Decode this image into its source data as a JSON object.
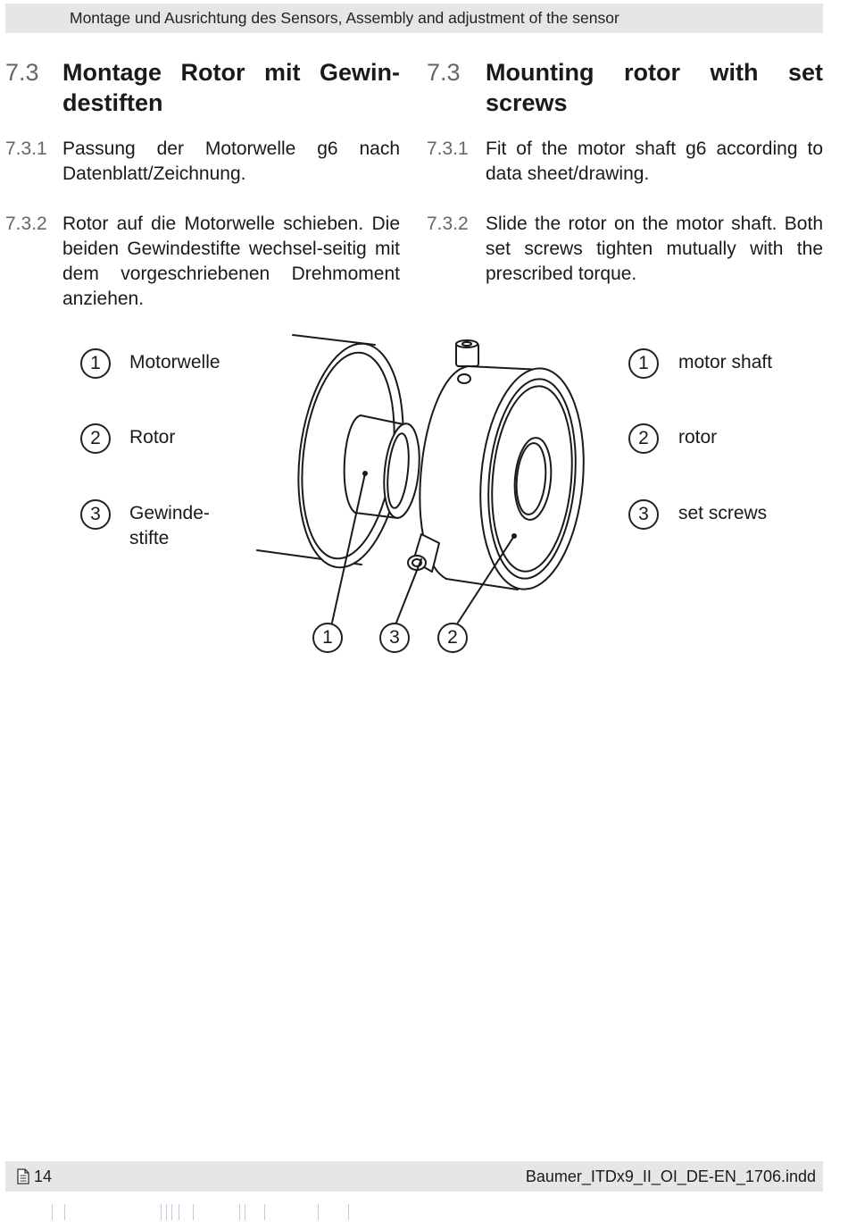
{
  "header": {
    "text": "Montage und Ausrichtung des Sensors, Assembly and adjustment of the sensor"
  },
  "de": {
    "section_num": "7.3",
    "title_line1": "Montage Rotor mit Gewin-",
    "title_line2": "destiften",
    "s1_num": "7.3.1",
    "s1_text": "Passung der Motorwelle g6 nach Datenblatt/Zeichnung.",
    "s2_num": "7.3.2",
    "s2_text": "Rotor auf die Motorwelle schieben. Die beiden Gewindestifte wechsel-seitig mit dem vorgeschriebenen Drehmoment anziehen."
  },
  "en": {
    "section_num": "7.3",
    "title_line1": "Mounting rotor with set",
    "title_line2": "screws",
    "s1_num": "7.3.1",
    "s1_text": "Fit of the motor shaft g6 according to data sheet/drawing.",
    "s2_num": "7.3.2",
    "s2_text": "Slide the rotor on the motor shaft. Both set screws tighten mutually with the prescribed torque."
  },
  "legend_de": [
    {
      "num": "1",
      "label": "Motorwelle"
    },
    {
      "num": "2",
      "label": "Rotor"
    },
    {
      "num": "3",
      "label_line1": "Gewinde-",
      "label_line2": "stifte"
    }
  ],
  "legend_en": [
    {
      "num": "1",
      "label": "motor shaft"
    },
    {
      "num": "2",
      "label": "rotor"
    },
    {
      "num": "3",
      "label": "set screws"
    }
  ],
  "figure_callouts": [
    "1",
    "3",
    "2"
  ],
  "footer": {
    "page_icon": "document-icon",
    "page_number": "14",
    "filename": "Baumer_ITDx9_II_OI_DE-EN_1706.indd"
  }
}
